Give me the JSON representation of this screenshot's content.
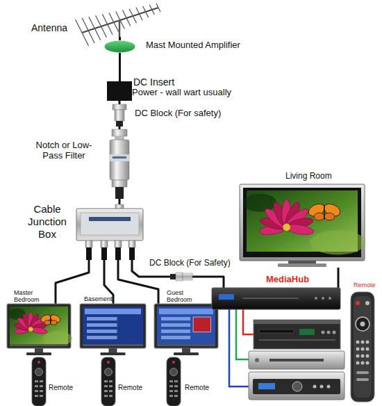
{
  "diagram": {
    "nodes": [
      {
        "text": [
          "Antenna"
        ]
      },
      {
        "text": [
          "Mast Mounted Amplifier"
        ]
      },
      {
        "text": [
          "DC Insert",
          "Power - wall wart usually"
        ]
      },
      {
        "text": [
          "DC Block (For safety)"
        ]
      },
      {
        "text": [
          "Notch or Low-Pass Filter"
        ]
      },
      {
        "text": [
          "Cable Junction Box"
        ]
      },
      {
        "text": [
          "Living Room"
        ]
      },
      {
        "text": [
          "Master Bedroom"
        ]
      },
      {
        "text": [
          "Basement"
        ]
      },
      {
        "text": [
          "Guest Bedroom"
        ]
      },
      {
        "text": [
          "DC Block (For Safety)"
        ]
      },
      {
        "text": [
          "MediaHub"
        ]
      }
    ],
    "edges": [
      {
        "from": 0,
        "to": 1,
        "arrow": "none"
      },
      {
        "from": 1,
        "to": 2,
        "arrow": "none"
      },
      {
        "from": 2,
        "to": 3,
        "arrow": "none"
      },
      {
        "from": 3,
        "to": 4,
        "arrow": "none"
      },
      {
        "from": 4,
        "to": 5,
        "arrow": "none"
      },
      {
        "from": 5,
        "to": 7,
        "arrow": "none"
      },
      {
        "from": 5,
        "to": 8,
        "arrow": "none"
      },
      {
        "from": 5,
        "to": 9,
        "arrow": "none"
      },
      {
        "from": 5,
        "to": 10,
        "arrow": "none"
      },
      {
        "from": 10,
        "to": 11,
        "arrow": "none"
      },
      {
        "from": 11,
        "to": 6,
        "arrow": "none"
      }
    ],
    "labels": [
      "Remote",
      "Remote",
      "Remote",
      "Remote"
    ]
  }
}
